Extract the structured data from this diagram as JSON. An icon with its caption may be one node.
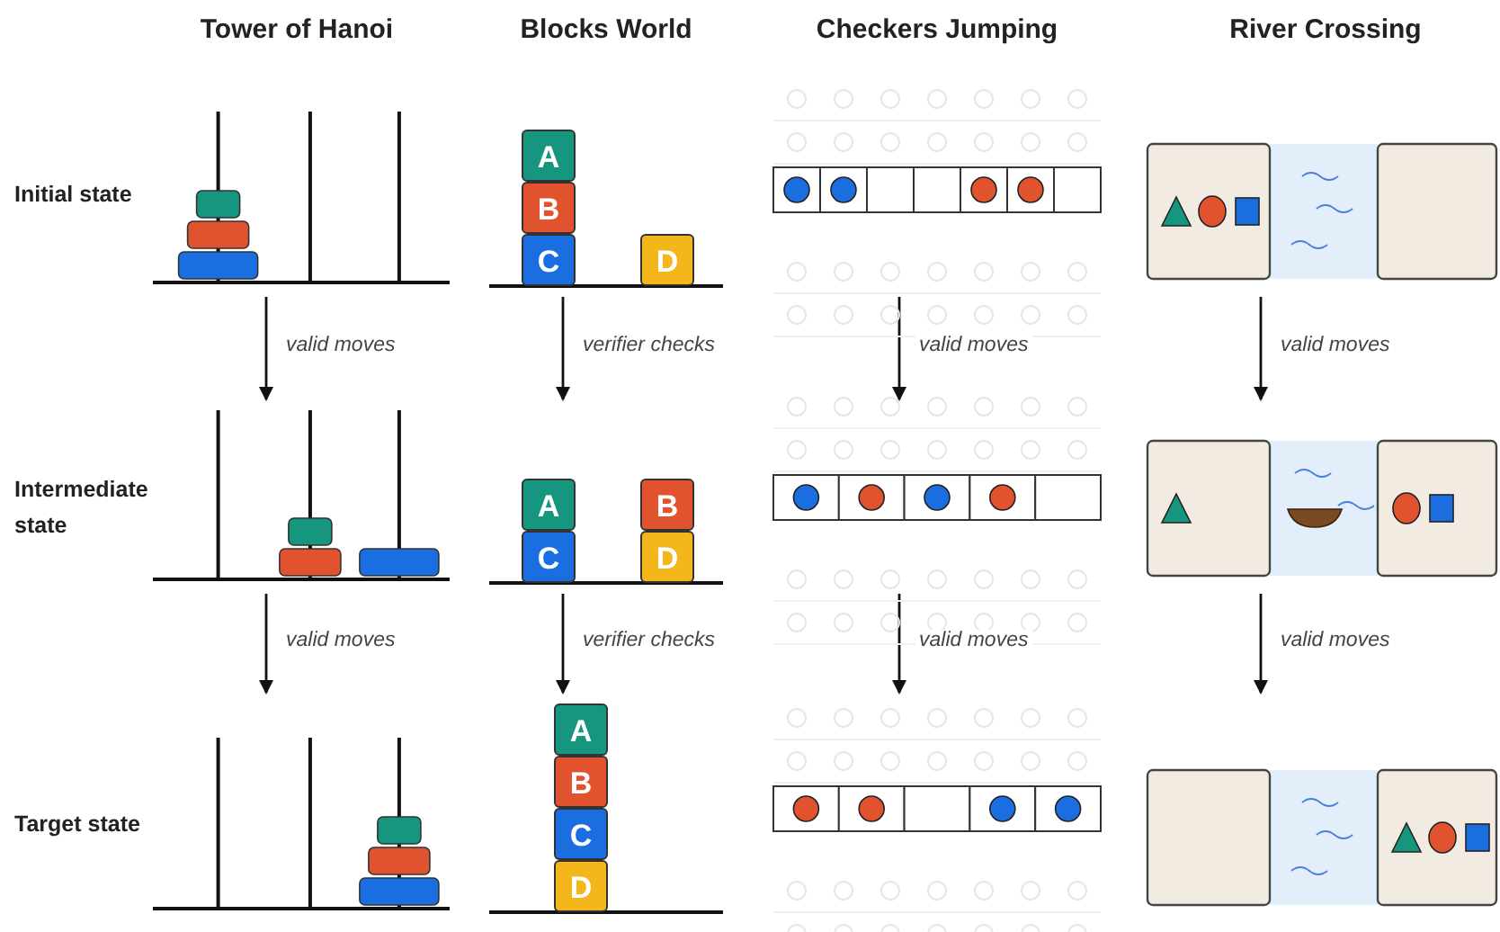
{
  "diagram": {
    "nodes": [
      {
        "text": [],
        "shape": "pegs"
      },
      {
        "text": [],
        "shape": "blocks"
      },
      {
        "text": [
          "A"
        ],
        "in": 1
      },
      {
        "text": [
          "B"
        ],
        "in": 1
      },
      {
        "text": [
          "C"
        ],
        "in": 1
      },
      {
        "text": [
          "D"
        ],
        "in": 1
      },
      {
        "text": [],
        "shape": "board"
      },
      {
        "text": [],
        "shape": "river"
      },
      {
        "text": [],
        "shape": "pegs"
      },
      {
        "text": [],
        "shape": "blocks"
      },
      {
        "text": [
          "A"
        ],
        "in": 9
      },
      {
        "text": [
          "B"
        ],
        "in": 9
      },
      {
        "text": [
          "C"
        ],
        "in": 9
      },
      {
        "text": [
          "D"
        ],
        "in": 9
      },
      {
        "text": [],
        "shape": "board"
      },
      {
        "text": [],
        "shape": "river"
      },
      {
        "text": [],
        "shape": "pegs"
      },
      {
        "text": [],
        "shape": "blocks"
      },
      {
        "text": [
          "A"
        ],
        "in": 17
      },
      {
        "text": [
          "B"
        ],
        "in": 17
      },
      {
        "text": [
          "C"
        ],
        "in": 17
      },
      {
        "text": [
          "D"
        ],
        "in": 17
      },
      {
        "text": [],
        "shape": "board"
      },
      {
        "text": [],
        "shape": "river"
      }
    ],
    "edges": [
      {
        "from": 0,
        "to": 8,
        "arrow": "to",
        "label": "valid moves"
      },
      {
        "from": 1,
        "to": 9,
        "arrow": "to",
        "label": "verifier checks"
      },
      {
        "from": 6,
        "to": 14,
        "arrow": "to",
        "label": "valid moves"
      },
      {
        "from": 7,
        "to": 15,
        "arrow": "to",
        "label": "valid moves"
      },
      {
        "from": 8,
        "to": 16,
        "arrow": "to",
        "label": "valid moves"
      },
      {
        "from": 9,
        "to": 17,
        "arrow": "to",
        "label": "verifier checks"
      },
      {
        "from": 14,
        "to": 22,
        "arrow": "to",
        "label": "valid moves"
      },
      {
        "from": 15,
        "to": 23,
        "arrow": "to",
        "label": "valid moves"
      }
    ],
    "labels": [
      "Tower of Hanoi",
      "Blocks World",
      "Checkers Jumping",
      "River Crossing",
      "Initial state",
      "Intermediate state",
      "Target state"
    ]
  }
}
